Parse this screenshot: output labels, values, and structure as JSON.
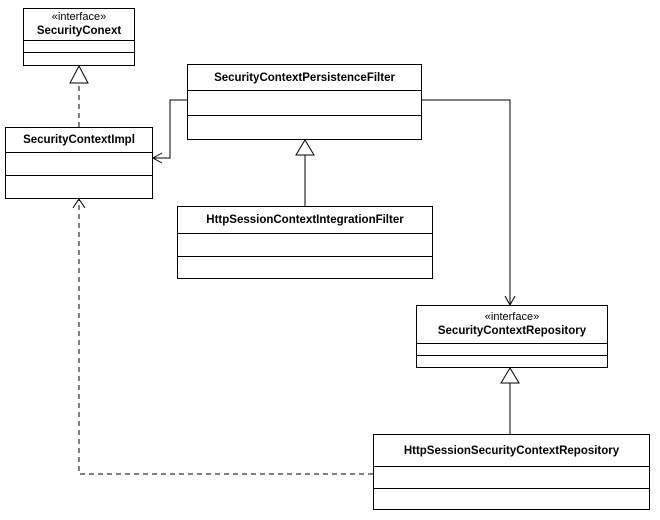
{
  "classes": {
    "security_conext": {
      "stereotype": "«interface»",
      "name": "SecurityConext"
    },
    "security_context_impl": {
      "name": "SecurityContextImpl"
    },
    "persistence_filter": {
      "name": "SecurityContextPersistenceFilter"
    },
    "integration_filter": {
      "name": "HttpSessionContextIntegrationFilter"
    },
    "repository": {
      "stereotype": "«interface»",
      "name": "SecurityContextRepository"
    },
    "http_session_repository": {
      "name": "HttpSessionSecurityContextRepository"
    }
  }
}
